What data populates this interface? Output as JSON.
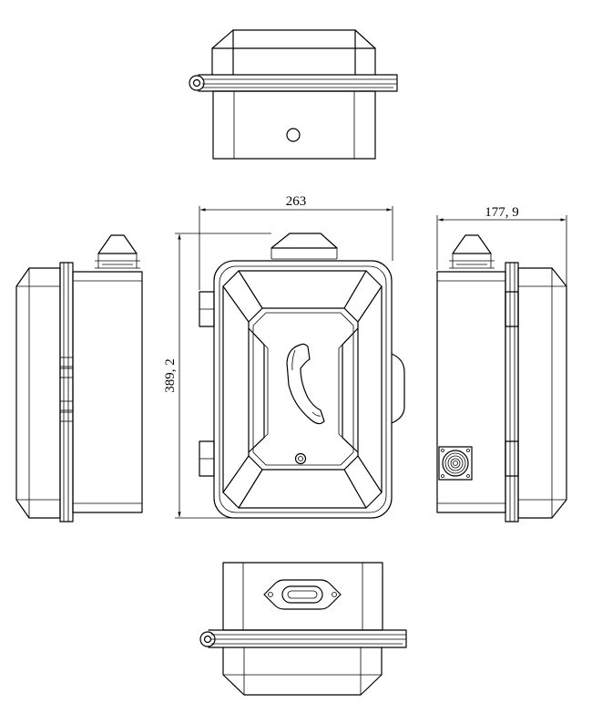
{
  "drawing": {
    "dimensions": {
      "width": "263",
      "height": "389, 2",
      "depth": "177, 9"
    },
    "views": {
      "top": "top-view",
      "front": "front-view",
      "left": "left-side-view",
      "right": "right-side-view",
      "bottom": "bottom-view"
    },
    "icons": {
      "handset": "telephone-handset-icon"
    },
    "colors": {
      "line": "#000000",
      "background": "#ffffff"
    }
  }
}
